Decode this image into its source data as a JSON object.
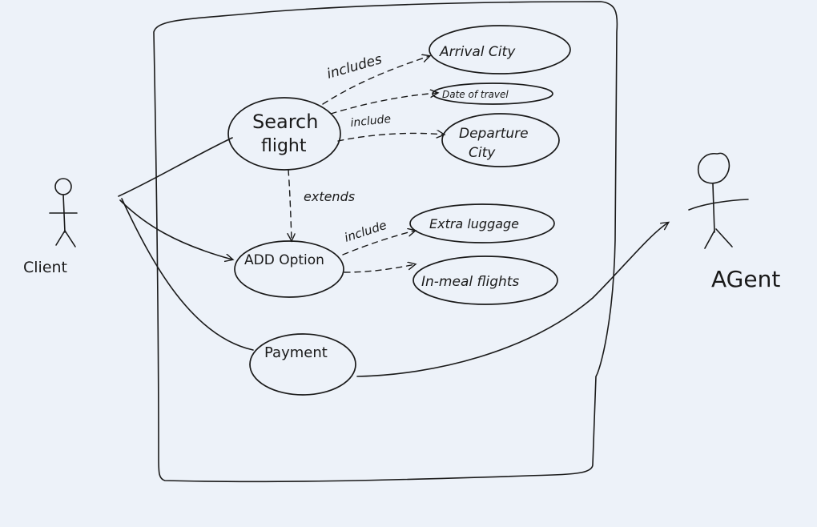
{
  "actors": {
    "client": "Client",
    "agent": "AGent"
  },
  "use_cases": {
    "search_flight_line1": "Search",
    "search_flight_line2": "flight",
    "add_option": "ADD Option",
    "payment": "Payment",
    "arrival_city": "Arrival City",
    "date_of_travel": "Date of travel",
    "departure_city_line1": "Departure",
    "departure_city_line2": "City",
    "extra_luggage": "Extra luggage",
    "in_meal_flights": "In-meal flights"
  },
  "relations": {
    "includes": "includes",
    "include_1": "include",
    "include_2": "include",
    "extends": "extends"
  }
}
